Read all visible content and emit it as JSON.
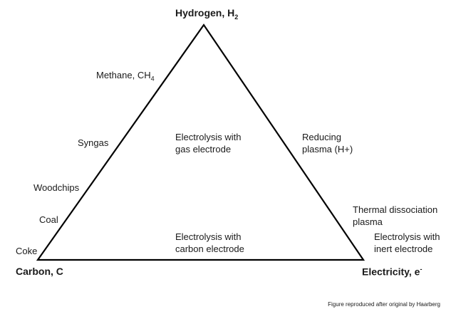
{
  "vertices": {
    "top": {
      "label": "Hydrogen, H",
      "sub": "2"
    },
    "left": {
      "label": "Carbon, C"
    },
    "right": {
      "label": "Electricity, e",
      "sup": "-"
    }
  },
  "left_side": {
    "methane": {
      "label": "Methane, CH",
      "sub": "4"
    },
    "syngas": "Syngas",
    "woodchips": "Woodchips",
    "coal": "Coal",
    "coke": "Coke"
  },
  "right_side": {
    "reducing_plasma": {
      "line1": "Reducing",
      "line2": "plasma (H+)"
    },
    "thermal_dissociation": {
      "line1": "Thermal dissociation",
      "line2": "plasma"
    },
    "inert_electrode": {
      "line1": "Electrolysis with",
      "line2": "inert electrode"
    }
  },
  "interior": {
    "gas_electrode": {
      "line1": "Electrolysis with",
      "line2": "gas electrode"
    },
    "carbon_electrode": {
      "line1": "Electrolysis with",
      "line2": "carbon electrode"
    }
  },
  "footnote": "Figure reproduced  after original by Haarberg",
  "colors": {
    "line": "#000000",
    "text": "#1a1a1a",
    "background": "#ffffff"
  }
}
